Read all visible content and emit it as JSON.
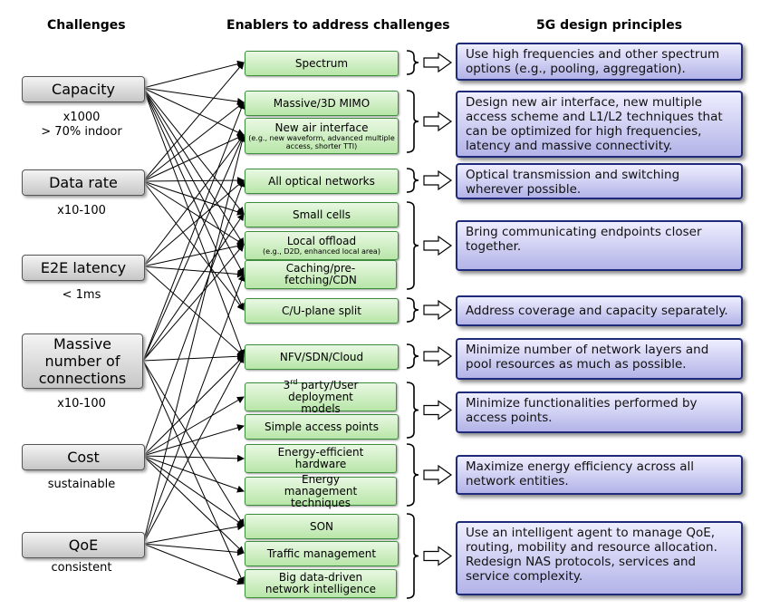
{
  "headers": {
    "challenges": "Challenges",
    "enablers": "Enablers to address challenges",
    "principles": "5G design principles"
  },
  "challenges": [
    {
      "label": "Capacity",
      "sub1": "x1000",
      "sub2": "> 70% indoor"
    },
    {
      "label": "Data rate",
      "sub1": "x10-100",
      "sub2": ""
    },
    {
      "label": "E2E latency",
      "sub1": "< 1ms",
      "sub2": ""
    },
    {
      "label": "Massive number of connections",
      "sub1": "x10-100",
      "sub2": ""
    },
    {
      "label": "Cost",
      "sub1": "sustainable",
      "sub2": ""
    },
    {
      "label": "QoE",
      "sub1": "consistent",
      "sub2": ""
    }
  ],
  "enablers": [
    {
      "label": "Spectrum",
      "sub": ""
    },
    {
      "label": "Massive/3D MIMO",
      "sub": ""
    },
    {
      "label": "New air interface",
      "sub": "(e.g., new waveform, advanced multiple access, shorter TTI)"
    },
    {
      "label": "All optical networks",
      "sub": ""
    },
    {
      "label": "Small cells",
      "sub": ""
    },
    {
      "label": "Local offload",
      "sub": "(e.g., D2D, enhanced local area)"
    },
    {
      "label": "Caching/pre-fetching/CDN",
      "sub": ""
    },
    {
      "label": "C/U-plane split",
      "sub": ""
    },
    {
      "label": "NFV/SDN/Cloud",
      "sub": ""
    },
    {
      "label": "3rd party/User deployment models",
      "sup": "rd",
      "sub": ""
    },
    {
      "label": "Simple access points",
      "sub": ""
    },
    {
      "label": "Energy-efficient hardware",
      "sub": ""
    },
    {
      "label": "Energy management techniques",
      "sub": ""
    },
    {
      "label": "SON",
      "sub": ""
    },
    {
      "label": "Traffic management",
      "sub": ""
    },
    {
      "label": "Big data-driven network intelligence",
      "sub": ""
    }
  ],
  "principles": [
    "Use high frequencies and other spectrum options (e.g., pooling, aggregation).",
    "Design new air interface, new multiple access scheme and L1/L2 techniques that can be optimized for high frequencies, latency and massive connectivity.",
    "Optical transmission and switching wherever possible.",
    "Bring communicating endpoints closer together.",
    "Address coverage and capacity separately.",
    "Minimize number of network layers and pool resources as much as possible.",
    "Minimize functionalities performed by access points.",
    "Maximize energy efficiency across all network entities.",
    "Use an intelligent agent to manage QoE, routing, mobility and resource allocation. Redesign NAS protocols, services and service complexity."
  ],
  "connections": [
    [
      0,
      0
    ],
    [
      0,
      1
    ],
    [
      0,
      2
    ],
    [
      0,
      4
    ],
    [
      0,
      5
    ],
    [
      0,
      6
    ],
    [
      0,
      7
    ],
    [
      0,
      8
    ],
    [
      1,
      0
    ],
    [
      1,
      1
    ],
    [
      1,
      2
    ],
    [
      1,
      3
    ],
    [
      1,
      4
    ],
    [
      1,
      5
    ],
    [
      1,
      7
    ],
    [
      2,
      2
    ],
    [
      2,
      3
    ],
    [
      2,
      5
    ],
    [
      2,
      6
    ],
    [
      2,
      8
    ],
    [
      3,
      1
    ],
    [
      3,
      2
    ],
    [
      3,
      4
    ],
    [
      3,
      5
    ],
    [
      3,
      8
    ],
    [
      3,
      13
    ],
    [
      3,
      15
    ],
    [
      4,
      3
    ],
    [
      4,
      8
    ],
    [
      4,
      9
    ],
    [
      4,
      10
    ],
    [
      4,
      11
    ],
    [
      4,
      12
    ],
    [
      4,
      13
    ],
    [
      4,
      14
    ],
    [
      5,
      2
    ],
    [
      5,
      6
    ],
    [
      5,
      8
    ],
    [
      5,
      13
    ],
    [
      5,
      14
    ],
    [
      5,
      15
    ]
  ],
  "colors": {
    "challenge_fill": "#d9d9d9",
    "enabler_fill": "#c6efb8",
    "enabler_border": "#3c8d3c",
    "principle_fill": "#c8c8f0",
    "principle_border": "#1f2a7a"
  }
}
